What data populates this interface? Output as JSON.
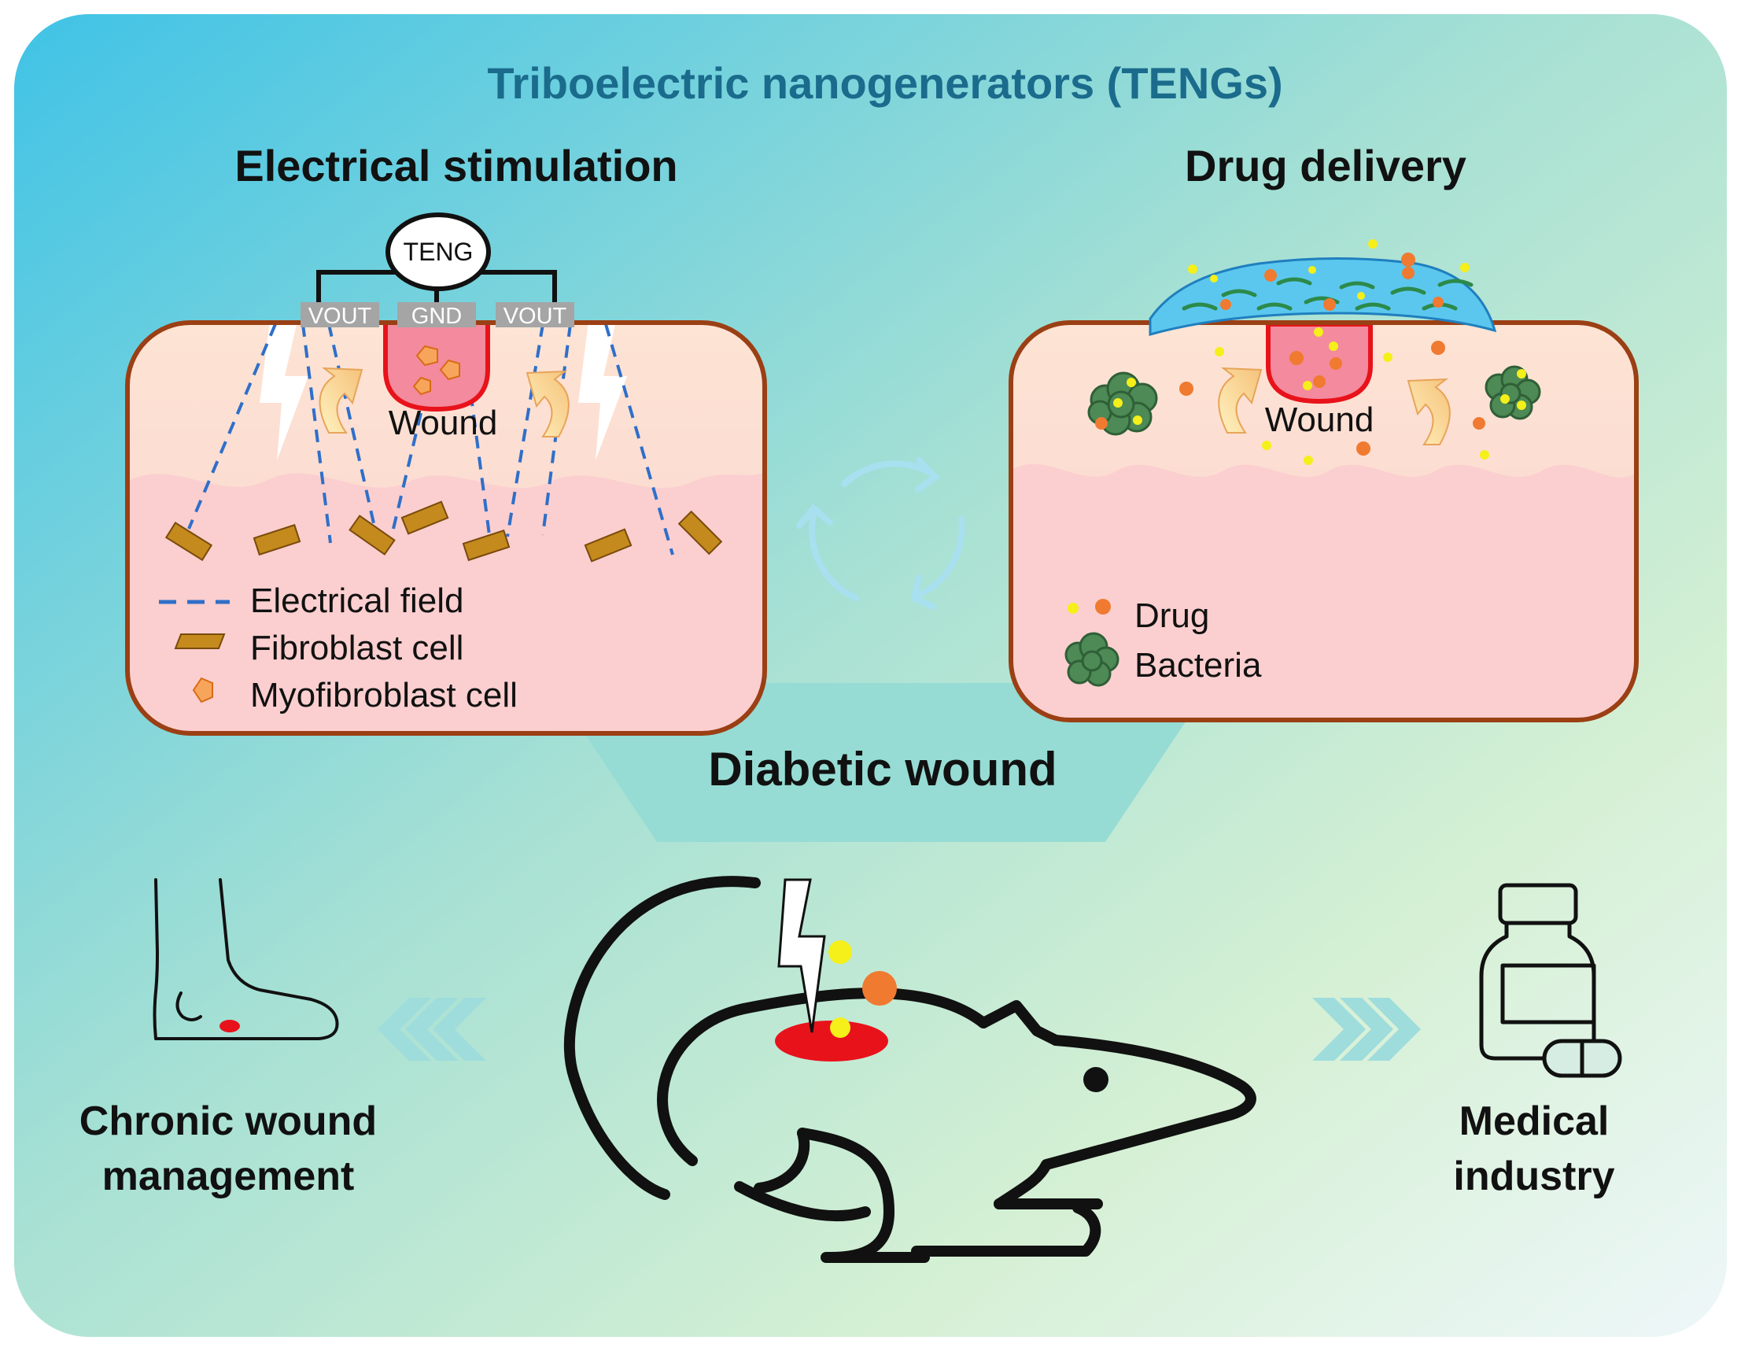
{
  "main_title": "Triboelectric nanogenerators (TENGs)",
  "center_label": "Diabetic wound",
  "electrical_stimulation": {
    "title": "Electrical stimulation",
    "teng_label": "TENG",
    "electrode_labels": [
      "VOUT",
      "GND",
      "VOUT"
    ],
    "wound_label": "Wound",
    "legend": [
      "Electrical field",
      "Fibroblast cell",
      "Myofibroblast cell"
    ]
  },
  "drug_delivery": {
    "title": "Drug delivery",
    "wound_label": "Wound",
    "legend": [
      "Drug",
      "Bacteria"
    ]
  },
  "applications": {
    "left": [
      "Chronic wound",
      "management"
    ],
    "right": [
      "Medical",
      "industry"
    ]
  },
  "colors": {
    "title_blue": "#1a6b8c",
    "panel_border": "#9b3f14",
    "wound_red": "#e8121b",
    "field_blue": "#2f6fc9",
    "fibroblast": "#c48a1d",
    "drug_orange": "#f07a30",
    "drug_yellow": "#f5ef1a",
    "bacteria_green": "#4d8a55",
    "hydrogel_blue": "#5cc7ee"
  }
}
